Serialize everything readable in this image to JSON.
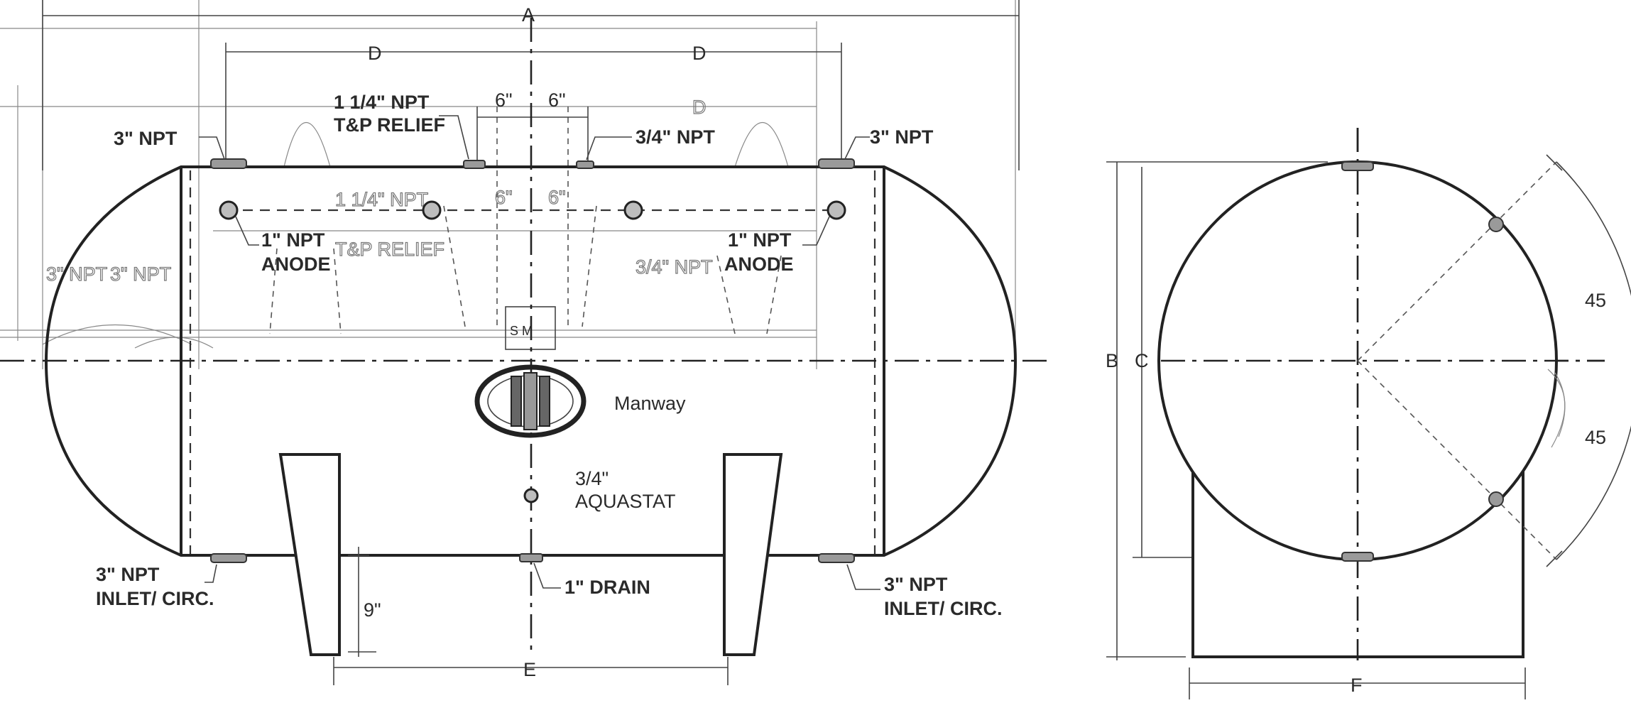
{
  "dimensions": {
    "a": "A",
    "d": "D",
    "b": "B",
    "c": "C",
    "e": "E",
    "f": "F",
    "six_inch": "6\"",
    "nine_inch": "9\"",
    "angle": "45"
  },
  "labels": {
    "npt_3": "3\" NPT",
    "tp_size": "1 1/4\" NPT",
    "tp_name": "T&P RELIEF",
    "npt_34": "3/4\" NPT",
    "anode_size": "1\" NPT",
    "anode_name": "ANODE",
    "manway": "Manway",
    "aquastat_size": "3/4\"",
    "aquastat_name": "AQUASTAT",
    "drain": "1\" DRAIN",
    "inlet_circ": "INLET/ CIRC.",
    "sm": "S  M"
  },
  "colors": {
    "line": "#222222",
    "nozzle_fill": "#9a9a9a",
    "background": "#ffffff"
  }
}
